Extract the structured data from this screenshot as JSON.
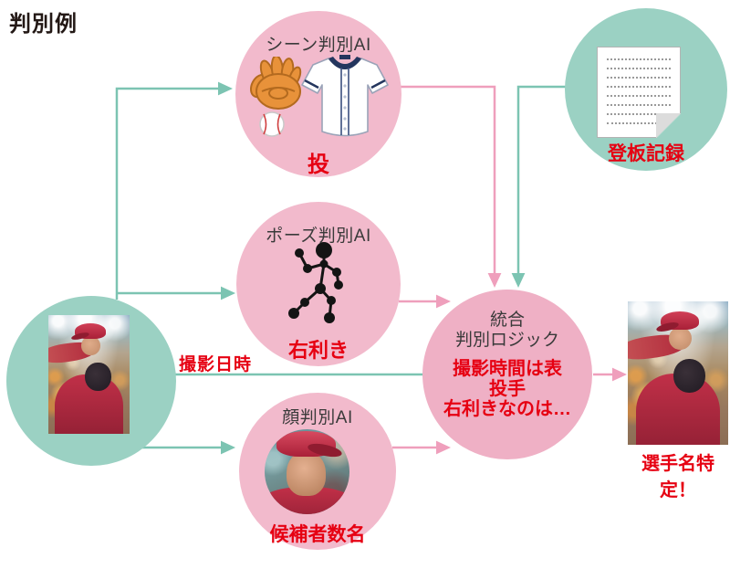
{
  "title": "判別例",
  "nodes": {
    "scene_ai": {
      "label": "シーン判別AI",
      "result": "投"
    },
    "pose_ai": {
      "label": "ポーズ判別AI",
      "result": "右利き"
    },
    "face_ai": {
      "label": "顔判別AI",
      "result": "候補者数名"
    },
    "record": {
      "label": "登板記録"
    },
    "logic": {
      "label_line1": "統合",
      "label_line2": "判別ロジック",
      "result_line1": "撮影時間は表",
      "result_line2": "投手",
      "result_line3": "右利きなのは…"
    }
  },
  "labels": {
    "input_meta": "撮影日時",
    "output": "選手名特定！"
  },
  "icons": {
    "scene": [
      "glove-icon",
      "baseball-icon",
      "jersey-icon"
    ],
    "pose": "pose-skeleton-icon",
    "record": "document-icon",
    "input": "player-photo",
    "face": "face-photo",
    "output": "player-photo"
  },
  "colors": {
    "circle_pink": "#f2bacc",
    "logic_pink": "#efb0c5",
    "circle_teal": "#9bd1c3",
    "arrow_pink": "#ef9fbc",
    "arrow_teal": "#7cc4b2",
    "accent_red": "#e60012",
    "text_dark": "#3a3a3a",
    "title_color": "#231815"
  }
}
